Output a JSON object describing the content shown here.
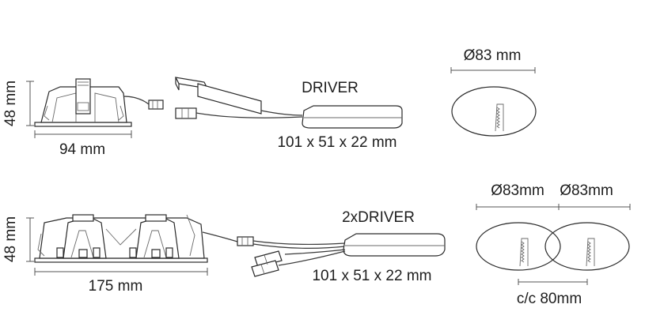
{
  "labels": {
    "single_height": "48 mm",
    "single_width": "94 mm",
    "single_driver_title": "DRIVER",
    "single_driver_size": "101 x 51 x 22 mm",
    "single_cutout": "Ø83 mm",
    "double_height": "48 mm",
    "double_width": "175 mm",
    "double_driver_title": "2xDRIVER",
    "double_driver_size": "101 x 51 x 22 mm",
    "double_cutout_1": "Ø83mm",
    "double_cutout_2": "Ø83mm",
    "double_spacing": "c/c 80mm"
  },
  "colors": {
    "line": "#2a2a2a",
    "text": "#1d1d1d",
    "background": "#ffffff"
  }
}
